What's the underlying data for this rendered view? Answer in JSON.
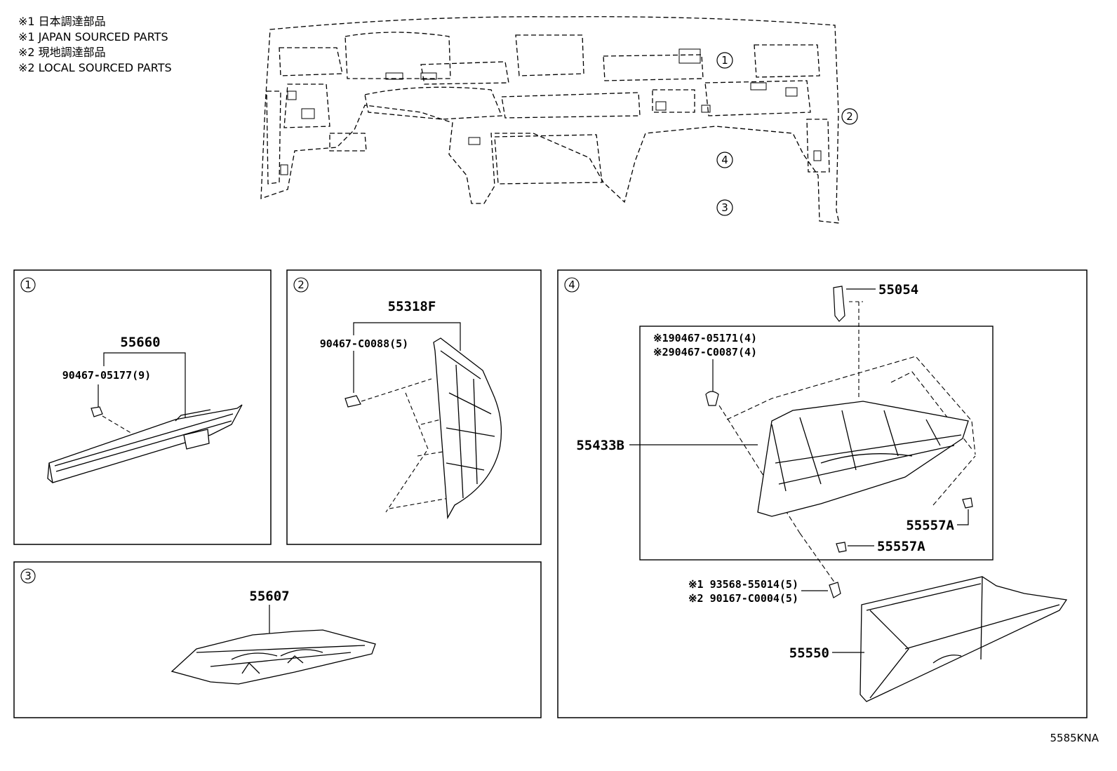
{
  "legend": {
    "line1": "※1 日本調達部品",
    "line2": "※1 JAPAN SOURCED PARTS",
    "line3": "※2 現地調達部品",
    "line4": "※2 LOCAL SOURCED PARTS"
  },
  "overview": {
    "markers": [
      "1",
      "2",
      "4",
      "3"
    ]
  },
  "panels": {
    "p1": {
      "index": "1",
      "main_part": "55660",
      "clip_part": "90467-05177(9)"
    },
    "p2": {
      "index": "2",
      "main_part": "55318F",
      "clip_part": "90467-C0088(5)"
    },
    "p3": {
      "index": "3",
      "main_part": "55607"
    },
    "p4": {
      "index": "4",
      "damper_part": "55054",
      "clip_part_1": "※190467-05171(4)",
      "clip_part_2": "※290467-C0087(4)",
      "door_part": "55433B",
      "stopper_part_a": "55557A",
      "stopper_part_b": "55557A",
      "screw_part_1": "※1 93568-55014(5)",
      "screw_part_2": "※2 90167-C0004(5)",
      "box_part": "55550"
    }
  },
  "drawing_code": "5585KNA"
}
